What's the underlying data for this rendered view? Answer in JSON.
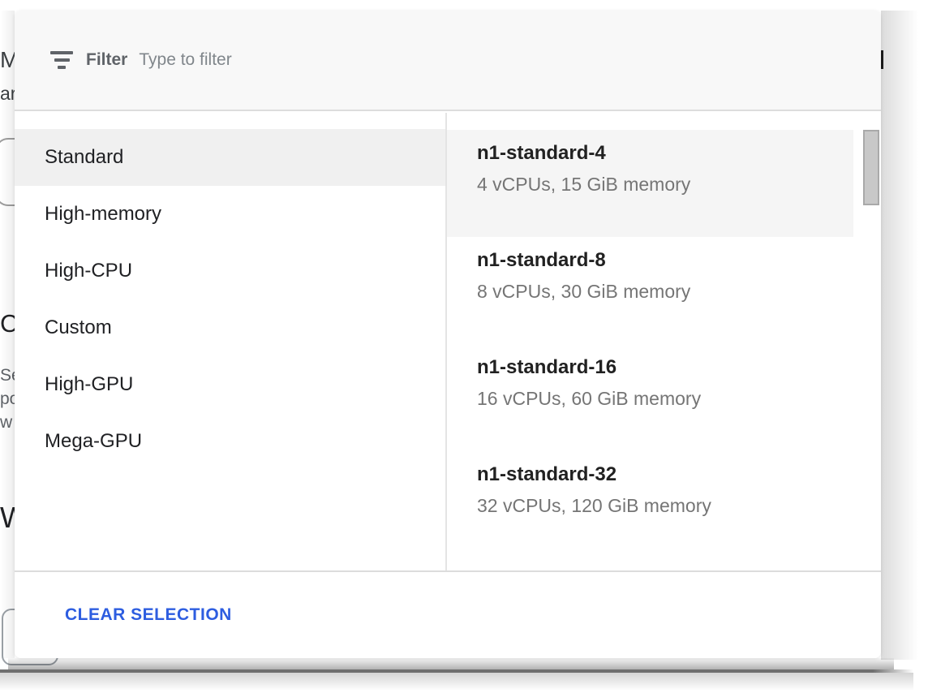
{
  "dialog": {
    "filter": {
      "label": "Filter",
      "placeholder": "Type to filter"
    },
    "categories": [
      {
        "label": "Standard",
        "selected": true
      },
      {
        "label": "High-memory",
        "selected": false
      },
      {
        "label": "High-CPU",
        "selected": false
      },
      {
        "label": "Custom",
        "selected": false
      },
      {
        "label": "High-GPU",
        "selected": false
      },
      {
        "label": "Mega-GPU",
        "selected": false
      }
    ],
    "machine_types": [
      {
        "name": "n1-standard-4",
        "specs": "4 vCPUs, 15 GiB memory",
        "highlighted": true
      },
      {
        "name": "n1-standard-8",
        "specs": "8 vCPUs, 30 GiB memory",
        "highlighted": false
      },
      {
        "name": "n1-standard-16",
        "specs": "16 vCPUs, 60 GiB memory",
        "highlighted": false
      },
      {
        "name": "n1-standard-32",
        "specs": "32 vCPUs, 120 GiB memory",
        "highlighted": false
      }
    ],
    "footer": {
      "clear_button": "CLEAR SELECTION"
    }
  },
  "background_fragments": {
    "text_1": "M",
    "text_2": "ar",
    "text_3": "C",
    "text_4": "Se",
    "text_5": "po",
    "text_6": "w",
    "text_7": "W"
  },
  "colors": {
    "accent_blue": "#2d5de0",
    "header_bg": "#f8f8f8",
    "category_highlight": "#f0f0f0",
    "item_highlight": "#f5f5f5",
    "divider": "#dcdcdc",
    "title_text": "#212121",
    "subtitle_text": "#757575",
    "filter_label_text": "#5f6368",
    "placeholder_text": "#80868b",
    "scrollbar_thumb": "#c8c8c8"
  }
}
